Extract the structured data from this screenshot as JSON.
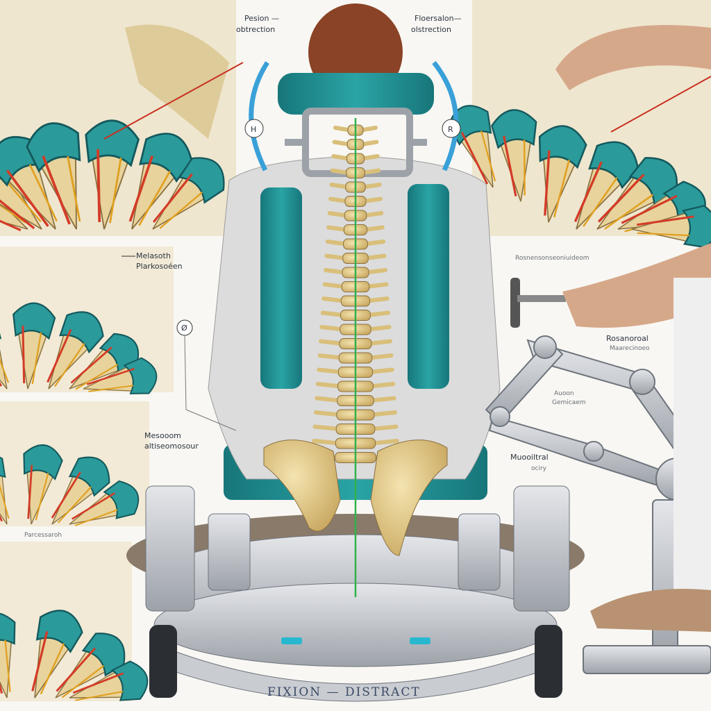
{
  "labels": {
    "top_left": [
      "Pesion —",
      "obtrection"
    ],
    "top_right": [
      "Floersalon—",
      "olstrection"
    ],
    "mid_left": [
      "Melasoth",
      "Plarkosoéen"
    ],
    "lower_left": [
      "Mesooom",
      "altiseomosour"
    ],
    "lower_left_faint": "Parcessaroh",
    "right_upper": "Rosnensonseoniuideom",
    "right_mid": [
      "Rosanoroal",
      "Maarecinoeo"
    ],
    "right_arm": [
      "Auoon",
      "Gemicaem"
    ],
    "right_lower": [
      "Muooiltral",
      "ociry"
    ],
    "marker_left": "H",
    "marker_right": "R",
    "marker_mid": "Ø",
    "base_text": "FIXION — DISTRACT"
  },
  "colors": {
    "teal": "#1f8f92",
    "bone": "#e6cf8e",
    "shirt": "#d9d9d9",
    "metal": "#b8bcc2",
    "hair": "#8a4326",
    "nerve_red": "#d03a28",
    "arrow_blue": "#3aa0d8",
    "center_line": "#2fb24a"
  }
}
